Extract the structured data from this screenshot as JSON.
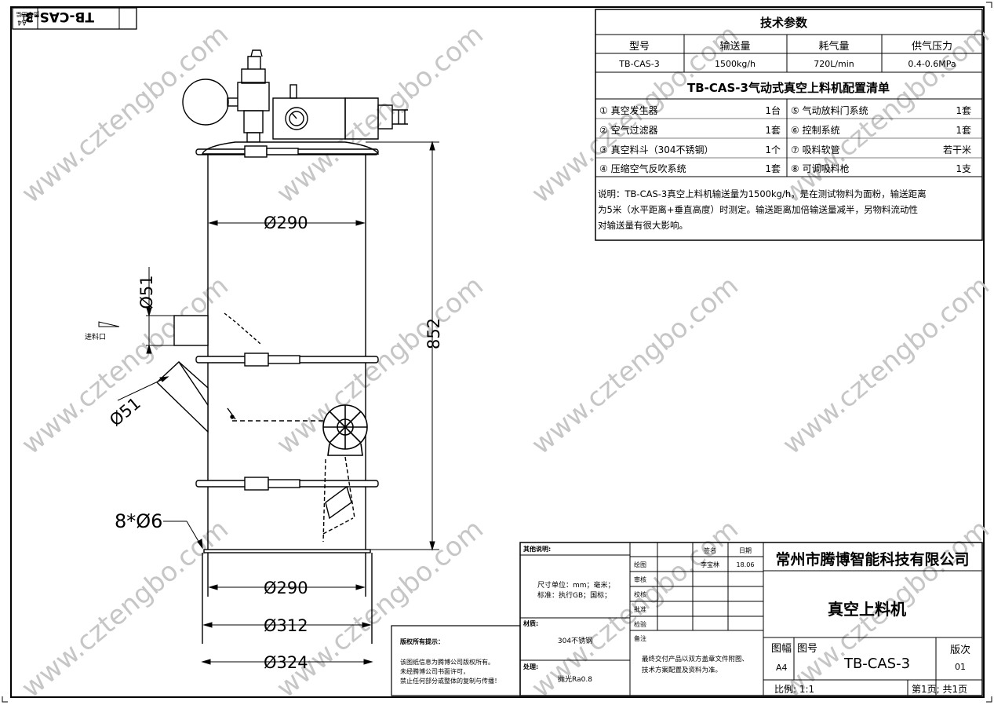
{
  "corner_stamp": {
    "size": "A4",
    "drawing_no": "TB-CAS-3",
    "version": "01",
    "size_caption": "图幅",
    "no_caption": "图号",
    "ver_caption": "版次"
  },
  "watermark": "www.cztengbo.com",
  "dimensions": {
    "body_diameter": "Ø290",
    "height": "852",
    "inlet_diameter_top": "Ø51",
    "inlet_diameter_angled": "Ø51",
    "holes": "8*Ø6",
    "bottom_d1": "Ø290",
    "bottom_d2": "Ø312",
    "bottom_d3": "Ø324"
  },
  "inlet_label": "进料口",
  "tech_params": {
    "title": "技术参数",
    "headers": [
      "型号",
      "输送量",
      "耗气量",
      "供气压力"
    ],
    "values": [
      "TB-CAS-3",
      "1500kg/h",
      "720L/min",
      "0.4-0.6MPa"
    ]
  },
  "config": {
    "title": "TB-CAS-3气动式真空上料机配置清单",
    "rows": [
      [
        "① 真空发生器",
        "1台",
        "⑤ 气动放料门系统",
        "1套"
      ],
      [
        "② 空气过滤器",
        "1套",
        "⑥ 控制系统",
        "1套"
      ],
      [
        "③ 真空料斗（304不锈钢）",
        "1个",
        "⑦ 吸料软管",
        "若干米"
      ],
      [
        "④ 压缩空气反吹系统",
        "1套",
        "⑧ 可调吸料枪",
        "1支"
      ]
    ],
    "note_lines": [
      "说明：TB-CAS-3真空上料机输送量为1500kg/h，是在测试物料为面粉，输送距离",
      "为5米（水平距离+垂直高度）时测定。输送距离加倍输送量减半，另物料流动性",
      "对输送量有很大影响。"
    ]
  },
  "copyright": {
    "title": "版权所有提示：",
    "lines": [
      "该图纸信息为腾博公司版权所有。",
      "未经腾博公司书面许可，",
      "禁止任何部分或整体的复制与传播！"
    ]
  },
  "title_block": {
    "other_label": "其他说明:",
    "other_lines": [
      "尺寸单位：mm；毫米；",
      "标准：执行GB；国标；"
    ],
    "material_label": "材质:",
    "material": "304不锈钢",
    "process_label": "处理:",
    "process": "抛光Ra0.8",
    "sign_header": "签名",
    "date_header": "日期",
    "draw_label": "绘图",
    "drawer": "李宝林",
    "draw_date": "18.06",
    "check1": "审核",
    "check2": "校核",
    "approve": "批准",
    "inspect": "检验",
    "remark_label": "备注",
    "remark_lines": [
      "最终交付产品以双方盖章文件附图、",
      "技术方案配置及资料为准。"
    ],
    "company": "常州市腾博智能科技有限公司",
    "product": "真空上料机",
    "size_label": "图幅",
    "size": "A4",
    "no_label": "图号",
    "drawing_no": "TB-CAS-3",
    "ver_label": "版次",
    "version": "01",
    "scale": "比例: 1:1",
    "page": "第1页; 共1页"
  }
}
